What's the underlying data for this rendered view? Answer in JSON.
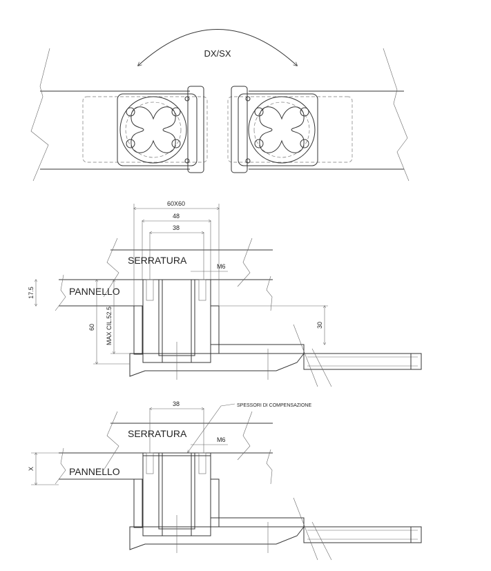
{
  "top_view": {
    "rotation_label": "DX/SX"
  },
  "section_1": {
    "lock_label": "SERRATURA",
    "panel_label": "PANNELLO",
    "dim_outer": "60X60",
    "dim_mid": "48",
    "dim_inner": "38",
    "dim_screw": "M6",
    "dim_panel": "17.5",
    "dim_height": "60",
    "dim_max_cyl": "MAX CIL.52.5",
    "dim_arm": "30"
  },
  "section_2": {
    "lock_label": "SERRATURA",
    "panel_label": "PANNELLO",
    "dim_inner": "38",
    "dim_screw": "M6",
    "dim_panel": "X",
    "shim_label": "SPESSORI DI COMPENSAZIONE"
  }
}
